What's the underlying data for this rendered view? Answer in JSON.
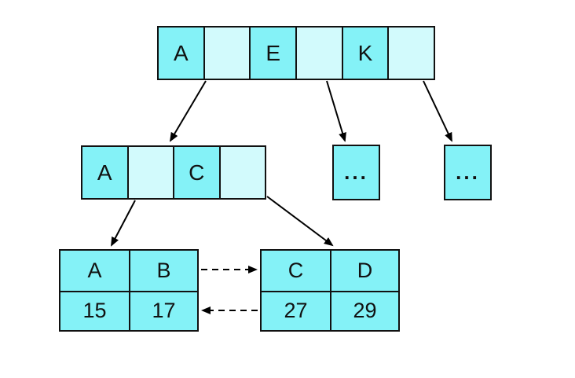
{
  "diagram": {
    "type": "b-tree",
    "colors": {
      "cell_filled": "#84F2F7",
      "cell_empty": "#D2FAFC",
      "border": "#111111",
      "arrow": "#000000",
      "background": "#ffffff"
    },
    "root_node": {
      "cells": [
        {
          "label": "A",
          "filled": true
        },
        {
          "label": "",
          "filled": false
        },
        {
          "label": "E",
          "filled": true
        },
        {
          "label": "",
          "filled": false
        },
        {
          "label": "K",
          "filled": true
        },
        {
          "label": "",
          "filled": false
        }
      ]
    },
    "internal_node": {
      "cells": [
        {
          "label": "A",
          "filled": true
        },
        {
          "label": "",
          "filled": false
        },
        {
          "label": "C",
          "filled": true
        },
        {
          "label": "",
          "filled": false
        }
      ]
    },
    "ellipsis_nodes": [
      {
        "label": "..."
      },
      {
        "label": "..."
      }
    ],
    "leaf_nodes": [
      {
        "keys": [
          "A",
          "B"
        ],
        "values": [
          "15",
          "17"
        ]
      },
      {
        "keys": [
          "C",
          "D"
        ],
        "values": [
          "27",
          "29"
        ]
      }
    ],
    "links": {
      "solid": "parent-to-child pointers",
      "dashed": "sibling leaf pointers (both directions)"
    }
  }
}
